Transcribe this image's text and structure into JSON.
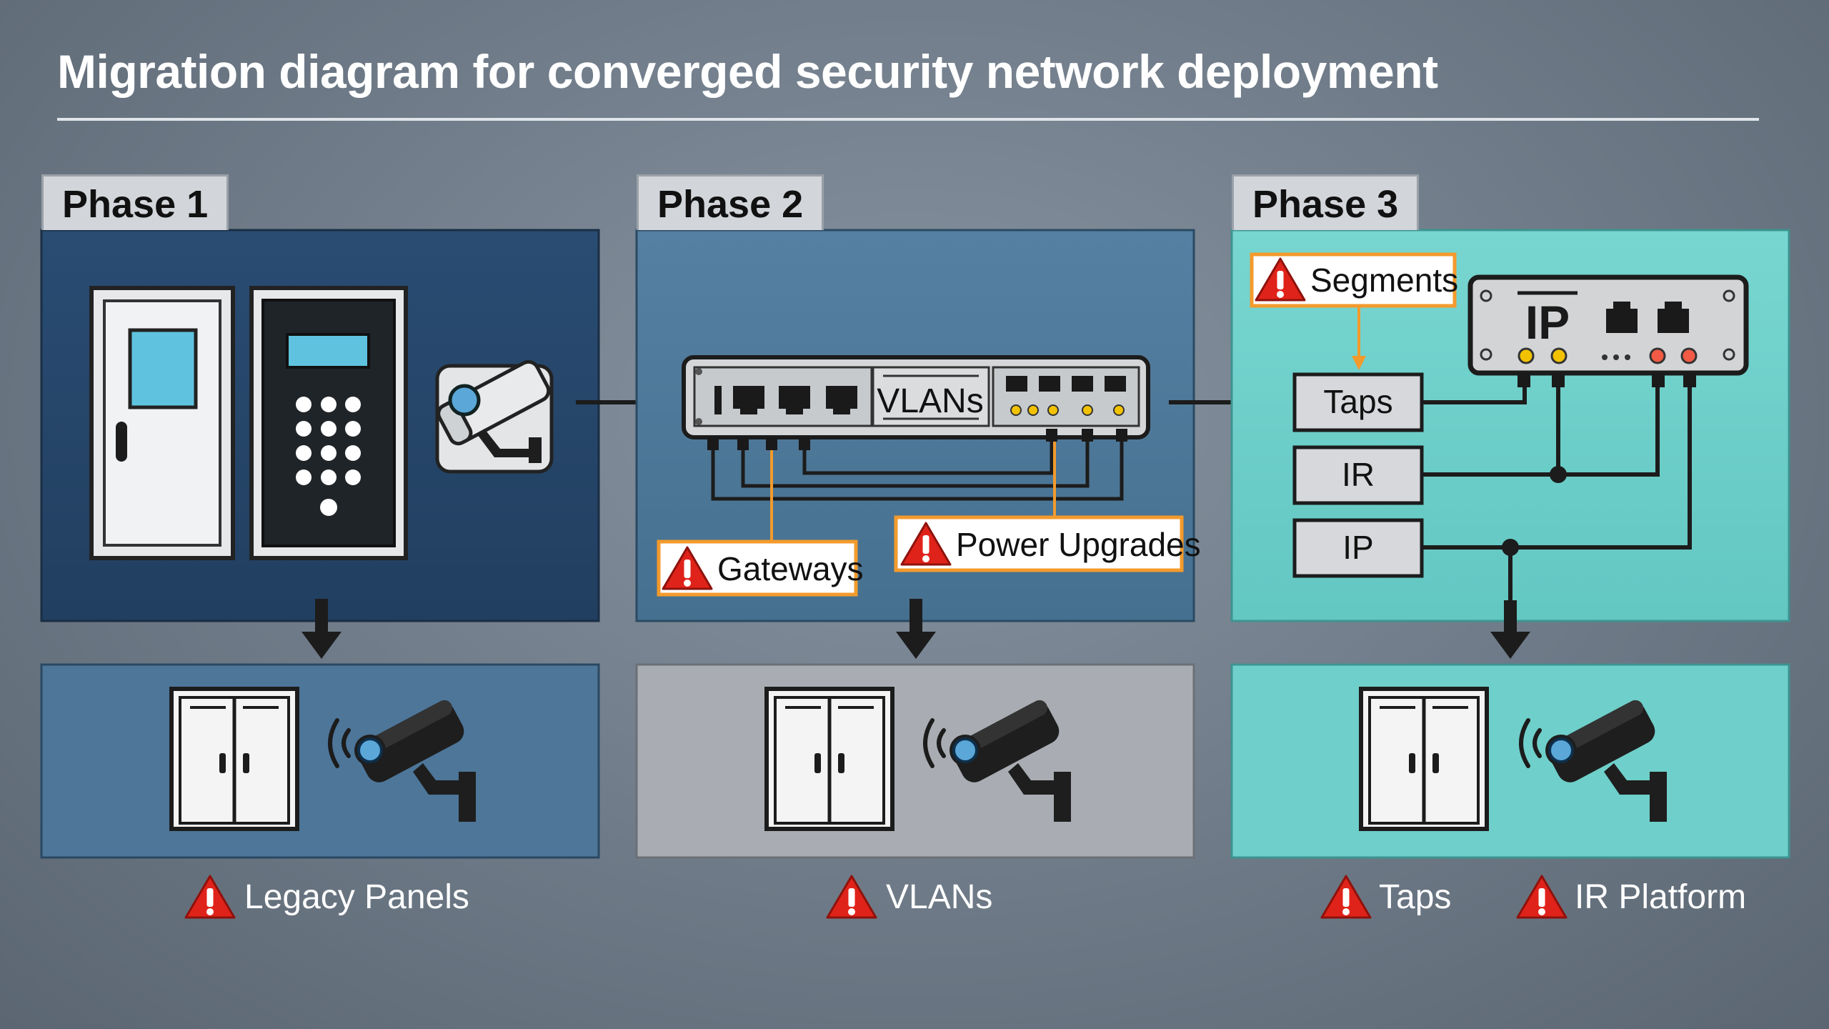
{
  "title": "Migration diagram for converged security network deployment",
  "phases": [
    {
      "label": "Phase 1",
      "result_warnings": [
        "Legacy Panels"
      ]
    },
    {
      "label": "Phase 2",
      "switch_label": "VLANs",
      "callouts": [
        "Gateways",
        "Power Upgrades"
      ],
      "result_warnings": [
        "VLANs"
      ]
    },
    {
      "label": "Phase 3",
      "callouts": [
        "Segments"
      ],
      "device_label": "IP",
      "items": [
        "Taps",
        "IR",
        "IP"
      ],
      "result_warnings": [
        "Taps",
        "IR Platform"
      ]
    }
  ],
  "colors": {
    "phase1_panel": "#26476b",
    "phase2_panel": "#4f7899",
    "phase3_panel": "#6fcfca",
    "result1_panel": "#4d7699",
    "result2_panel": "#a9adb3",
    "result3_panel": "#6fcfca",
    "warning": "#e0231a",
    "callout_border": "#f39a2c"
  }
}
